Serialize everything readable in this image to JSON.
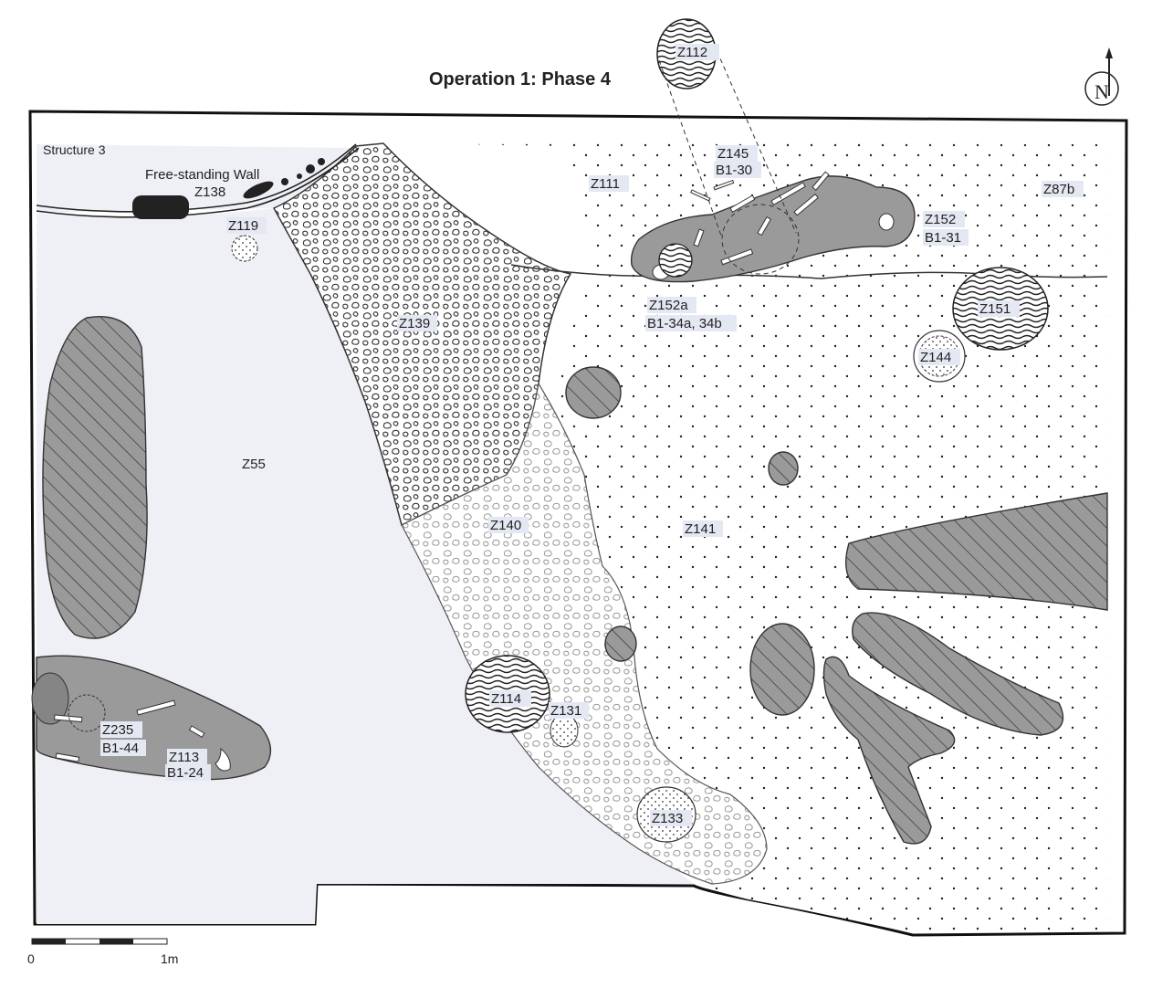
{
  "title": "Operation 1: Phase 4",
  "north_label": "N",
  "structure_label": "Structure 3",
  "wall_label": "Free-standing Wall",
  "features": {
    "z138": "Z138",
    "z119": "Z119",
    "z139": "Z139",
    "z55": "Z55",
    "z140": "Z140",
    "z141": "Z141",
    "z111": "Z111",
    "z112": "Z112",
    "z145": "Z145",
    "b1_30": "B1-30",
    "z152": "Z152",
    "b1_31": "B1-31",
    "z87b": "Z87b",
    "z152a": "Z152a",
    "b1_34": "B1-34a, 34b",
    "z151": "Z151",
    "z144": "Z144",
    "z114": "Z114",
    "z131": "Z131",
    "z133": "Z133",
    "z235": "Z235",
    "b1_44": "B1-44",
    "z113": "Z113",
    "b1_24": "B1-24"
  },
  "scale": {
    "start": "0",
    "end": "1m"
  },
  "colors": {
    "z55_fill": "#eff0f6",
    "gray_fill": "#9a9a9a",
    "label_bg": "#e4e8f2",
    "outline": "#111111"
  }
}
